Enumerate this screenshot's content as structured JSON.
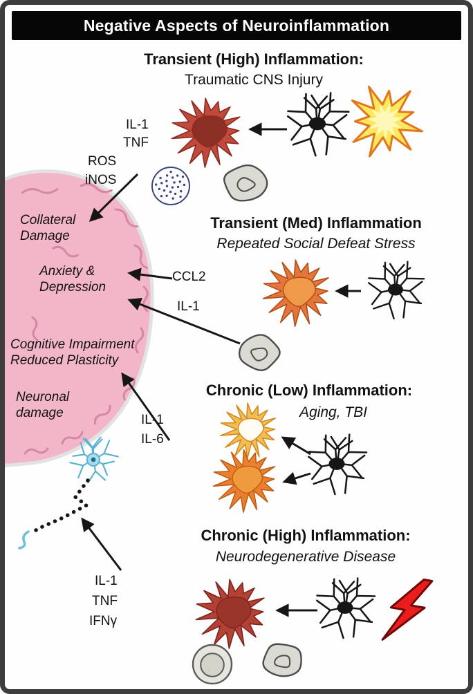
{
  "figure": {
    "title": "Negative Aspects of Neuroinflammation"
  },
  "sections": {
    "transient_high": {
      "heading": "Transient (High) Inflammation:",
      "subheading": "Traumatic CNS Injury",
      "mediators": [
        "IL-1",
        "TNF",
        "ROS",
        "iNOS"
      ]
    },
    "transient_med": {
      "heading": "Transient (Med) Inflammation",
      "subheading": "Repeated Social Defeat Stress",
      "mediators": [
        "CCL2",
        "IL-1"
      ]
    },
    "chronic_low": {
      "heading": "Chronic (Low) Inflammation:",
      "subheading": "Aging, TBI",
      "mediators": [
        "IL-1",
        "IL-6"
      ]
    },
    "chronic_high": {
      "heading": "Chronic (High) Inflammation:",
      "subheading": "Neurodegenerative Disease",
      "mediators": [
        "IL-1",
        "TNF",
        "IFNγ"
      ]
    }
  },
  "outcomes": {
    "collateral_damage": "Collateral\nDamage",
    "anxiety_depression": "Anxiety &\nDepression",
    "cognitive_impairment": "Cognitive Impairment\nReduced Plasticity",
    "neuronal_damage": "Neuronal\ndamage"
  },
  "icons": {
    "activated_microglia": "spiky-cell-shape",
    "ramified_microglia": "branched-black-cell-shape",
    "injury_starburst": "yellow-starburst-shape",
    "lightning_bolt": "red-bolt-shape",
    "neutrophil": "speckled-circle-shape",
    "monocyte": "gray-amoeboid-blob-shape",
    "lymphocyte": "gray-ring-circle-shape",
    "brain": "pink-brain-shape",
    "neuron": "blue-neuron-with-dotted-axon"
  },
  "colors": {
    "title_bg": "#060606",
    "title_fg": "#ffffff",
    "brain_pink": "#f3b6c9",
    "brain_fold": "#d687a6",
    "brain_outline": "#e2e2e2",
    "activated_red": "#bf4a3c",
    "activated_red_core": "#8c2f26",
    "activated_orange": "#e4763b",
    "activated_yellow": "#f4bd52",
    "injury_yellow": "#ffe85e",
    "injury_outline": "#e2761b",
    "lightning_red": "#ea1c1c",
    "neuron_blue": "#a9dcee",
    "neuron_outline": "#5ab2d2",
    "cell_gray": "#dbdbd4",
    "arrow_black": "#161616"
  }
}
